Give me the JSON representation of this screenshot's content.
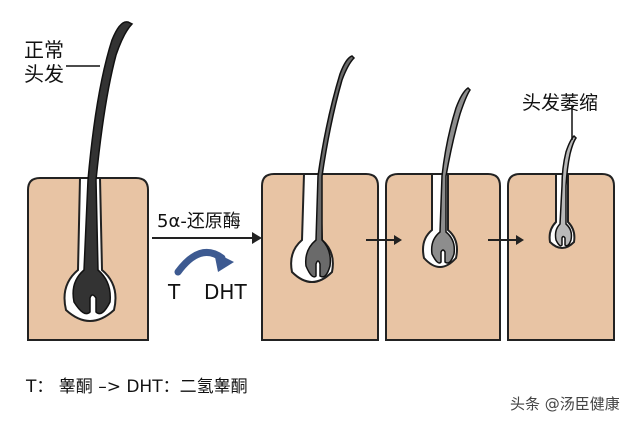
{
  "labels": {
    "normal_hair_line1": "正常",
    "normal_hair_line2": "头发",
    "shrunk_hair": "头发萎缩",
    "enzyme": "5α-还原酶",
    "t": "T",
    "dht": "DHT",
    "legend": "T： 睾酮 –> DHT：二氢睾酮",
    "watermark": "头条 @汤臣健康"
  },
  "colors": {
    "skin": "#e8c4a4",
    "outline": "#222222",
    "hair_stage1": "#333333",
    "hair_stage2": "#6a6a6a",
    "hair_stage3": "#8d8d8d",
    "hair_stage4": "#b9b9b9",
    "curve_arrow": "#3d5a91"
  }
}
